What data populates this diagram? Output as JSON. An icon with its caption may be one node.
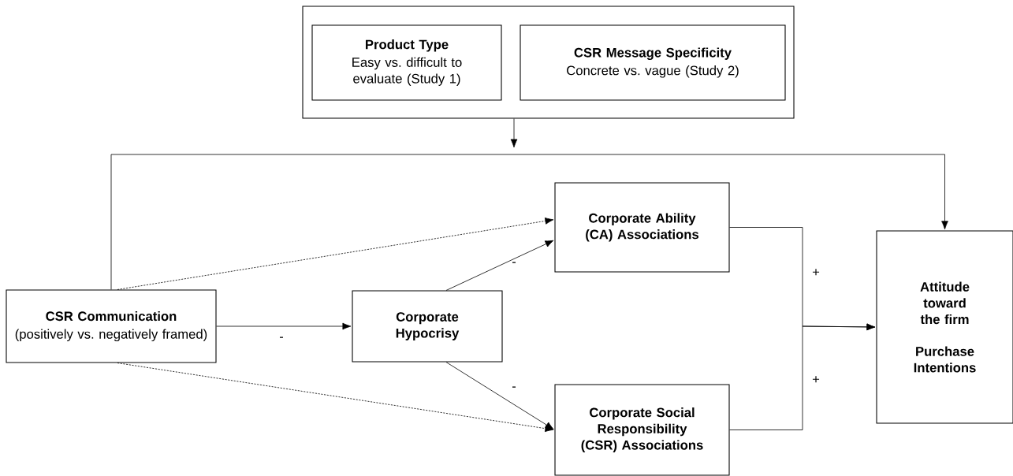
{
  "diagram": {
    "nodes": [
      {
        "text": [],
        "shape": "box"
      },
      {
        "text": [
          "Product Type",
          "Easy vs. difficult to evaluate (Study 1)"
        ],
        "in": 0
      },
      {
        "text": [
          "CSR Message Specificity",
          "Concrete vs. vague (Study 2)"
        ],
        "in": 0
      },
      {
        "text": [
          "CSR Communication",
          "(positively vs. negatively framed)"
        ]
      },
      {
        "text": [
          "Corporate Hypocrisy"
        ]
      },
      {
        "text": [
          "Corporate Ability (CA) Associations"
        ]
      },
      {
        "text": [
          "Corporate Social Responsibility (CSR) Associations"
        ]
      },
      {
        "text": [
          "Attitude toward the firm",
          "Purchase Intentions"
        ]
      }
    ],
    "edges": [
      {
        "from": 3,
        "to": 4,
        "arrow": "to",
        "label": "-"
      },
      {
        "from": 4,
        "to": 5,
        "arrow": "to",
        "label": "-"
      },
      {
        "from": 4,
        "to": 6,
        "arrow": "to",
        "label": "-"
      },
      {
        "from": 3,
        "to": 5,
        "arrow": "to",
        "style": "dashed"
      },
      {
        "from": 3,
        "to": 6,
        "arrow": "to",
        "style": "dashed"
      },
      {
        "from": 5,
        "to": 7,
        "arrow": "to",
        "label": "+"
      },
      {
        "from": 6,
        "to": 7,
        "arrow": "to",
        "label": "+"
      },
      {
        "from": 3,
        "to": 7,
        "arrow": "to"
      },
      {
        "from": 0,
        "to": null,
        "arrow": "to"
      }
    ]
  }
}
